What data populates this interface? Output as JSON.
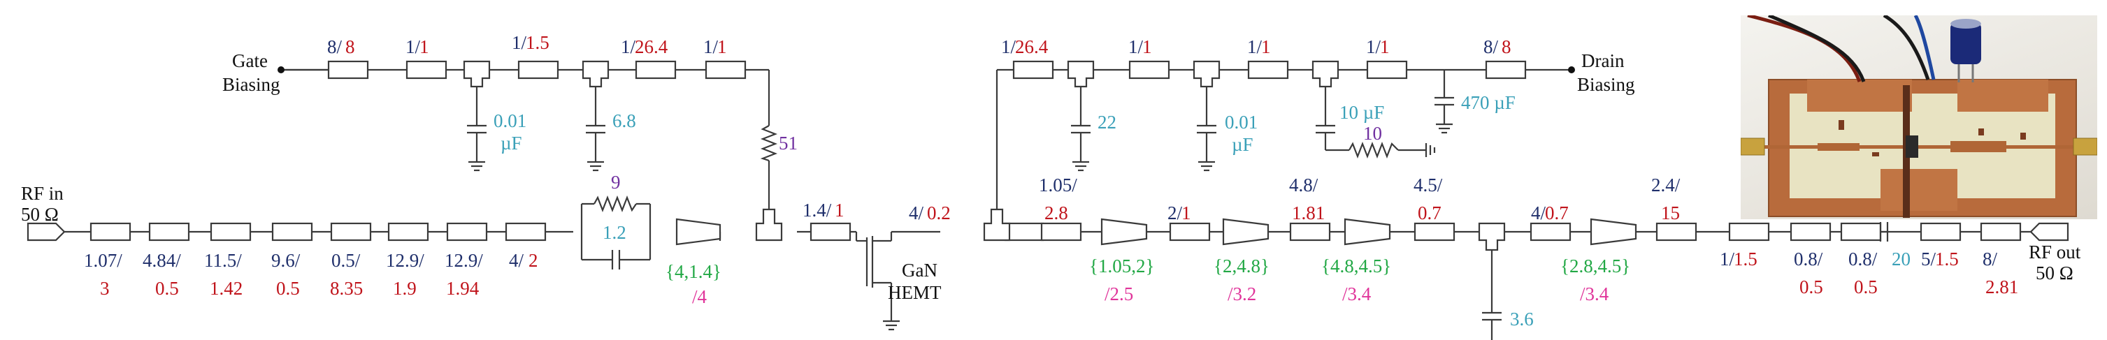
{
  "colors": {
    "width": "#1f2f6b",
    "length": "#c0141b",
    "capacitor": "#3aa0b8",
    "resistor": "#7030a0",
    "taper_widths": "#22a845",
    "taper_length": "#e0349a"
  },
  "ports": {
    "rf_in": [
      "RF in",
      "50 Ω"
    ],
    "rf_out": [
      "RF out",
      "50 Ω"
    ],
    "gate": [
      "Gate",
      "Biasing"
    ],
    "drain": [
      "Drain",
      "Biasing"
    ],
    "transistor": [
      "GaN",
      "HEMT"
    ]
  },
  "input_chain": [
    {
      "w": "1.07/",
      "l": "3"
    },
    {
      "w": "4.84/",
      "l": "0.5"
    },
    {
      "w": "11.5/",
      "l": "1.42"
    },
    {
      "w": "9.6/",
      "l": "0.5"
    },
    {
      "w": "0.5/",
      "l": "8.35"
    },
    {
      "w": "12.9/",
      "l": "1.9"
    },
    {
      "w": "12.9/",
      "l": "1.94"
    },
    {
      "w": "4/",
      "l": "2"
    }
  ],
  "stab_network": {
    "resistor": "9",
    "capacitor": "1.2"
  },
  "input_taper": {
    "widths": "{4,1.4}",
    "length": "/4"
  },
  "gate_resistor": "51",
  "gate_series": {
    "w": "1.4/",
    "l": "1"
  },
  "drain_first": {
    "w": "4/",
    "l": "0.2"
  },
  "gate_bias_line": [
    {
      "w": "8/",
      "l": "8"
    },
    {
      "w": "1/",
      "l": "1"
    },
    {
      "w": "1/",
      "l": "1.5"
    },
    {
      "w": "1/",
      "l": "26.4"
    },
    {
      "w": "1/",
      "l": "1"
    }
  ],
  "gate_caps": [
    "0.01",
    "µF",
    "6.8"
  ],
  "drain_bias_line": [
    {
      "w": "1/",
      "l": "26.4"
    },
    {
      "w": "1/",
      "l": "1"
    },
    {
      "w": "1/",
      "l": "1"
    },
    {
      "w": "1/",
      "l": "1"
    },
    {
      "w": "8/",
      "l": "8"
    }
  ],
  "drain_caps": [
    "22",
    "0.01",
    "µF",
    "10 µF",
    "470 µF"
  ],
  "drain_resistor": "10",
  "output_chain": [
    {
      "w": "1.05/",
      "l": "2.8"
    },
    {
      "w": "2/",
      "l": "1"
    },
    {
      "w": "4.8/",
      "l": "1.81"
    },
    {
      "w": "4.5/",
      "l": "0.7"
    },
    {
      "w": "4/",
      "l": "0.7"
    },
    {
      "w": "2.4/",
      "l": "15"
    }
  ],
  "output_tapers": [
    {
      "widths": "{1.05,2}",
      "length": "/2.5"
    },
    {
      "widths": "{2,4.8}",
      "length": "/3.2"
    },
    {
      "widths": "{4.8,4.5}",
      "length": "/3.4"
    },
    {
      "widths": "{2.8,4.5}",
      "length": "/3.4"
    }
  ],
  "output_shunt_cap": "3.6",
  "final_chain": [
    {
      "w": "1/",
      "l": "1.5"
    },
    {
      "w": "0.8/",
      "l": "0.5"
    },
    {
      "w": "0.8/",
      "l": "0.5"
    },
    {
      "w": "5/",
      "l": "1.5"
    },
    {
      "w": "8/",
      "l": "2.81"
    }
  ],
  "dc_block_cap": "20"
}
